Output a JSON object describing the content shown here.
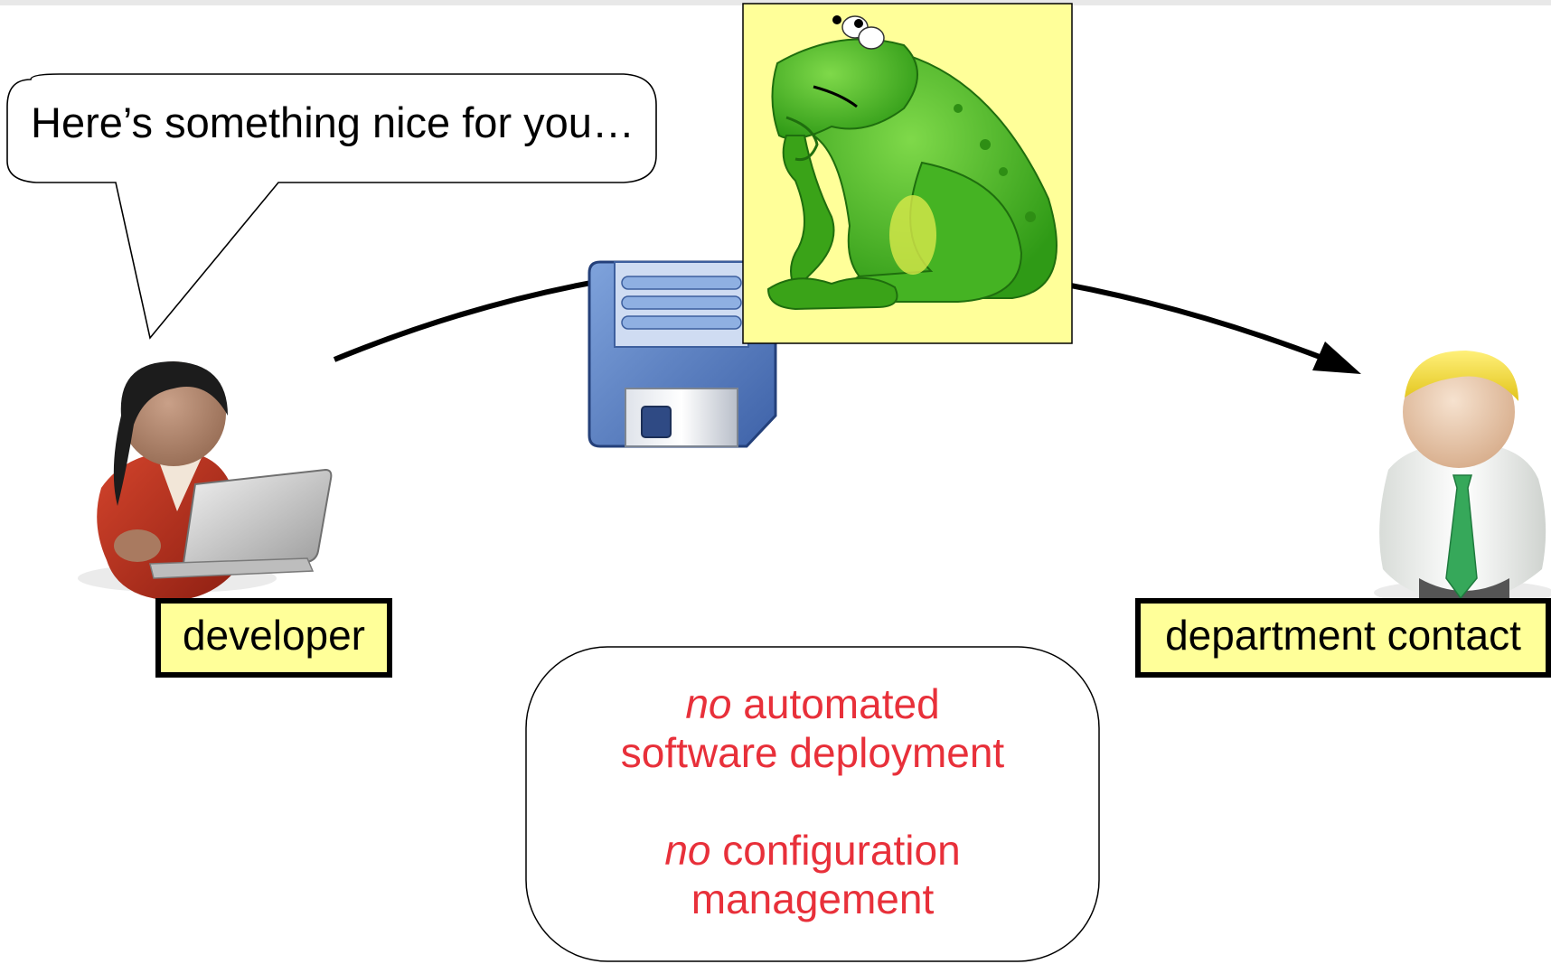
{
  "speech_bubble": {
    "text": "Here’s something nice for you…"
  },
  "labels": {
    "developer": "developer",
    "contact": "department contact"
  },
  "notes": [
    {
      "emphasis": "no",
      "rest": " automated",
      "line2": "software deployment"
    },
    {
      "emphasis": "no",
      "rest": " configuration",
      "line2": "management"
    }
  ],
  "icons": [
    "developer-avatar-icon",
    "floppy-disk-icon",
    "thinking-frog-icon",
    "contact-avatar-icon",
    "arrow-icon"
  ],
  "colors": {
    "label_fill": "#ffff99",
    "note_text": "#e8303a",
    "frog_background": "#ffff99",
    "frog_green": "#3fae1c"
  }
}
